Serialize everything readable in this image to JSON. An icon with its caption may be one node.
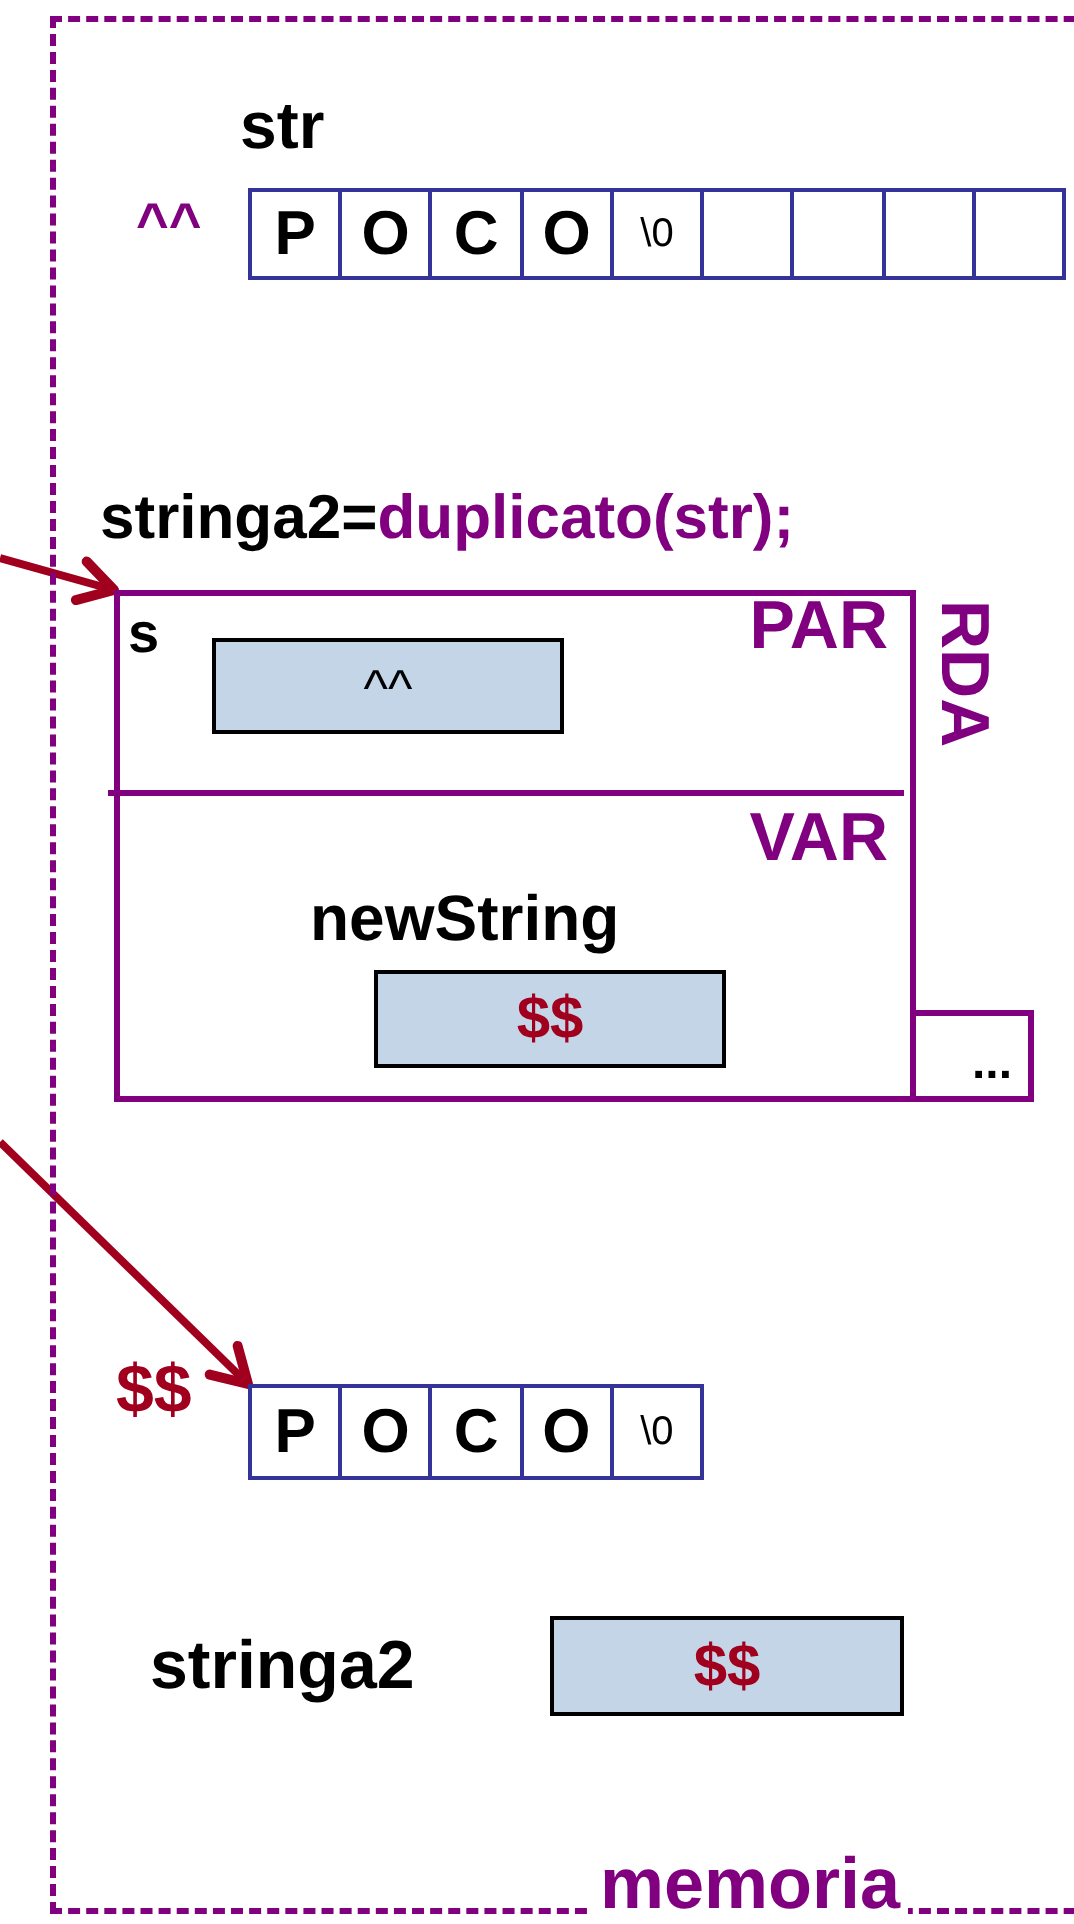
{
  "diagram": {
    "nodes": [
      {
        "text": [
          "memoria"
        ]
      },
      {
        "text": [
          "P",
          "O",
          "C",
          "O",
          "\\0"
        ],
        "beside": [
          "str",
          "^^"
        ],
        "in": 0
      },
      {
        "text": [
          "RDA"
        ],
        "in": 0
      },
      {
        "text": [
          "PAR"
        ],
        "in": 2
      },
      {
        "text": [
          "^^"
        ],
        "beside": [
          "s"
        ],
        "in": 3
      },
      {
        "text": [
          "VAR"
        ],
        "in": 2
      },
      {
        "text": [
          "$$"
        ],
        "beside": [
          "newString"
        ],
        "in": 5
      },
      {
        "text": [
          "..."
        ],
        "in": 0
      },
      {
        "text": [
          "P",
          "O",
          "C",
          "O",
          "\\0"
        ],
        "beside": [
          "$$"
        ],
        "in": 0
      },
      {
        "text": [
          "$$"
        ],
        "beside": [
          "stringa2"
        ],
        "in": 0
      }
    ],
    "edges": [
      {
        "from": null,
        "to": 2,
        "arrow": "to",
        "color": "#a0001e"
      },
      {
        "from": null,
        "to": 8,
        "arrow": "to",
        "color": "#a0001e"
      }
    ],
    "labels": [
      "stringa2=",
      "duplicato(str);"
    ]
  }
}
